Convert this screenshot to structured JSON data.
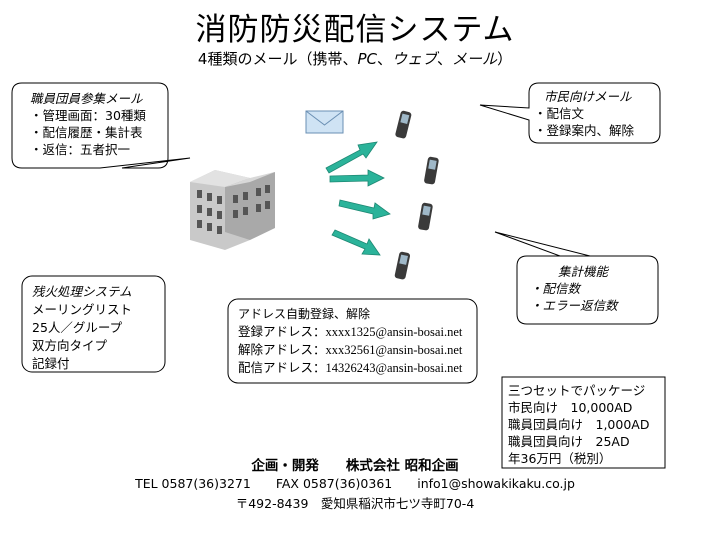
{
  "header": {
    "title": "消防防災配信システム",
    "subtitle_prefix": "4種類のメール（携帯、",
    "subtitle_pc": "PC",
    "subtitle_sep1": "、",
    "subtitle_web": "ウェブ",
    "subtitle_sep2": "、",
    "subtitle_mail": "メール",
    "subtitle_suffix": "）"
  },
  "staff_bubble": {
    "title": "職員団員参集メール",
    "lines": [
      "・管理画面：30種類",
      "・配信履歴・集計表",
      "・返信：五者択一"
    ]
  },
  "citizen_bubble": {
    "title": "市民向けメール",
    "lines": [
      "・配信文",
      "・登録案内、解除"
    ]
  },
  "stats_bubble": {
    "title": "集計機能",
    "lines": [
      "・配信数",
      "・エラー返信数"
    ]
  },
  "residual_box": {
    "title": "残火処理システム",
    "lines": [
      "メーリングリスト",
      "25人／グループ",
      "双方向タイプ",
      "記録付"
    ]
  },
  "address_box": {
    "title": "アドレス自動登録、解除",
    "lines": [
      "登録アドレス：xxxx1325@ansin-bosai.net",
      "解除アドレス：xxx32561@ansin-bosai.net",
      "配信アドレス：14326243@ansin-bosai.net"
    ]
  },
  "package_box": {
    "title": "三つセットでパッケージ",
    "lines": [
      "市民向け　10,000AD",
      "職員団員向け　1,000AD",
      "職員団員向け　25AD",
      "年36万円（税別）"
    ]
  },
  "footer": {
    "company": "企画・開発　　株式会社 昭和企画",
    "contact": "TEL 0587(36)3271　　FAX 0587(36)0361　　info1@showakikaku.co.jp",
    "address": "〒492-8439　愛知県稲沢市七ツ寺町70-4"
  },
  "colors": {
    "arrow": "#2bb39a",
    "envelope": "#cfe3f4",
    "building": "#b9b9b9",
    "phone": "#3a3a3a"
  }
}
